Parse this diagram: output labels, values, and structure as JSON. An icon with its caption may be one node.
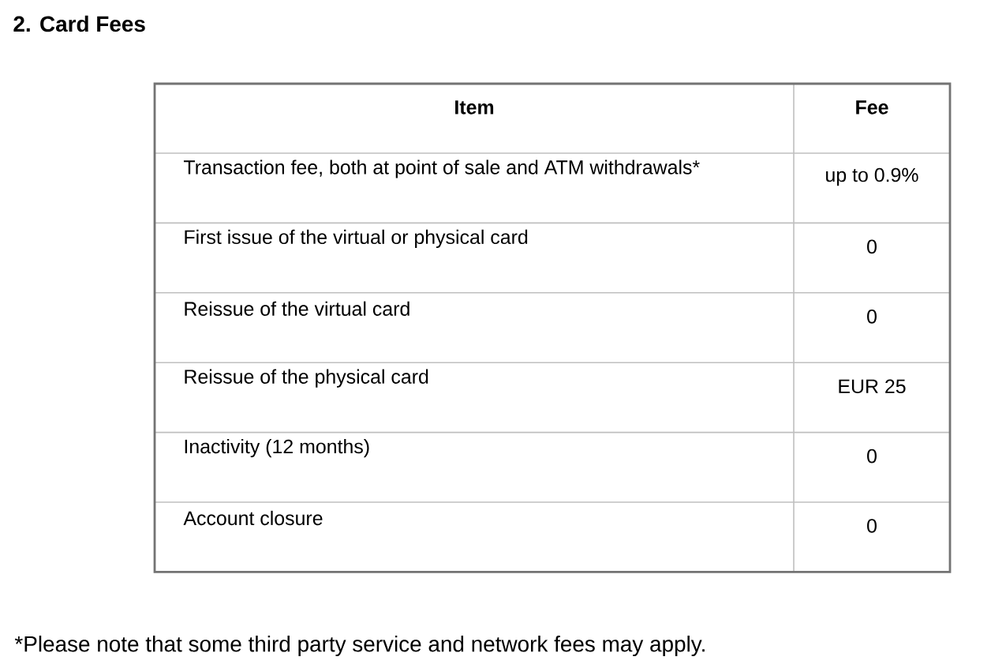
{
  "diagram": {
    "title": "2. Card Fees",
    "labels": [
      "Item",
      "Fee",
      "Transaction fee, both at point of sale and ATM withdrawals*",
      "up to 0.9%",
      "First issue of the virtual or physical card",
      "0",
      "Reissue of the virtual card",
      "0",
      "Reissue of the physical card",
      "EUR 25",
      "Inactivity (12 months)",
      "0",
      "Account closure",
      "0",
      "*Please note that some third party service and network fees may apply."
    ]
  }
}
